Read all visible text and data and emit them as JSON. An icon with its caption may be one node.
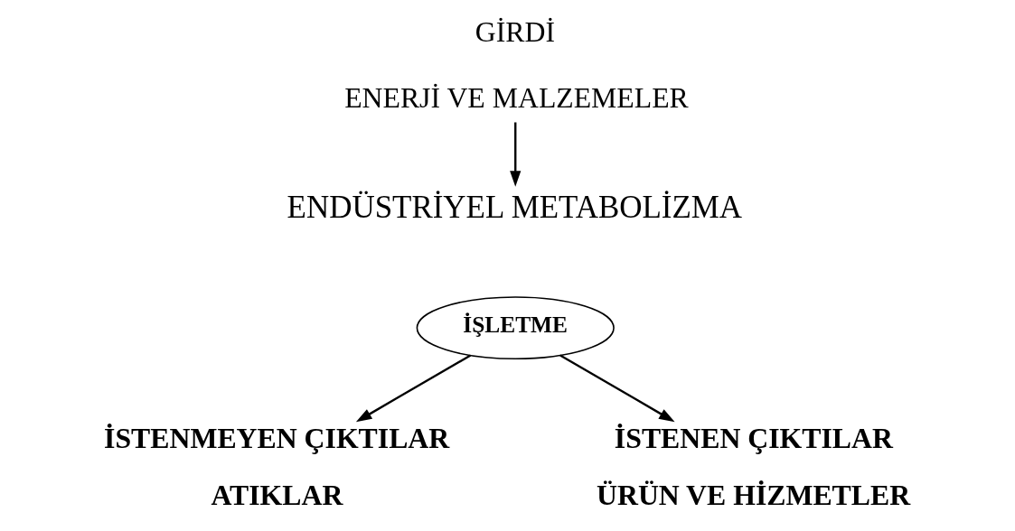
{
  "diagram": {
    "nodes": [
      {
        "text": [
          "GİRDİ",
          "ENERJİ VE MALZEMELER"
        ]
      },
      {
        "text": [
          "ENDÜSTRİYEL METABOLİZMA"
        ]
      },
      {
        "text": [
          "İŞLETME"
        ]
      },
      {
        "text": [
          "İSTENMEYEN ÇIKTILAR",
          "ATIKLAR"
        ]
      },
      {
        "text": [
          "İSTENEN ÇIKTILAR",
          "ÜRÜN VE HİZMETLER"
        ]
      }
    ],
    "edges": [
      {
        "from": 0,
        "to": 1,
        "arrow": "to"
      },
      {
        "from": 2,
        "to": 3,
        "arrow": "to"
      },
      {
        "from": 2,
        "to": 4,
        "arrow": "to"
      }
    ]
  }
}
